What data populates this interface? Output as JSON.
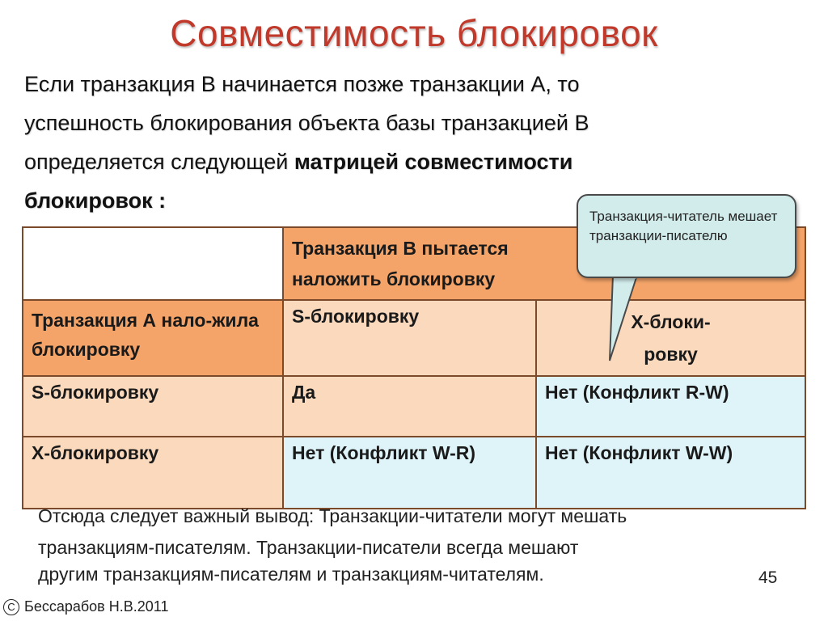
{
  "slide": {
    "title": "Совместимость блокировок",
    "intro": {
      "line1": "Если транзакция В начинается позже транзакции А, то",
      "line2": "успешность блокирования объекта базы транзакцией В",
      "line3_plain": "определяется следующей ",
      "line3_bold": "матрицей совместимости",
      "line4_bold": "блокировок :"
    },
    "table": {
      "header_b": "Транзакция В пытается наложить блокировку",
      "row_a_label": "Транзакция А нало-жила блокировку",
      "col_s": "S-блокировку",
      "col_x": "Х-блоки-ровку",
      "rows": [
        {
          "label": "S-блокировку",
          "s": "Да",
          "x": "Нет (Конфликт R-W)"
        },
        {
          "label": "Х-блокировку",
          "s": "Нет (Конфликт W-R)",
          "x": "Нет (Конфликт W-W)"
        }
      ]
    },
    "callout": "Транзакция-читатель мешает транзакции-писателю",
    "conclusion": {
      "line1": "Отсюда следует важный  вывод: Транзакции-читатели могут мешать",
      "line2": "транзакциям-писателям. Транзакции-писатели всегда мешают",
      "line3": "другим транзакциям-писателям и транзакциям-читателям."
    },
    "page_number": "45",
    "footer": {
      "copyright_symbol": "C",
      "author": "Бессарабов Н.В.2011"
    },
    "colors": {
      "title": "#c0392b",
      "header_orange": "#f4a469",
      "cell_peach": "#fbd9bd",
      "cell_blue": "#def4f9",
      "callout_bg": "#d2ecec"
    }
  }
}
